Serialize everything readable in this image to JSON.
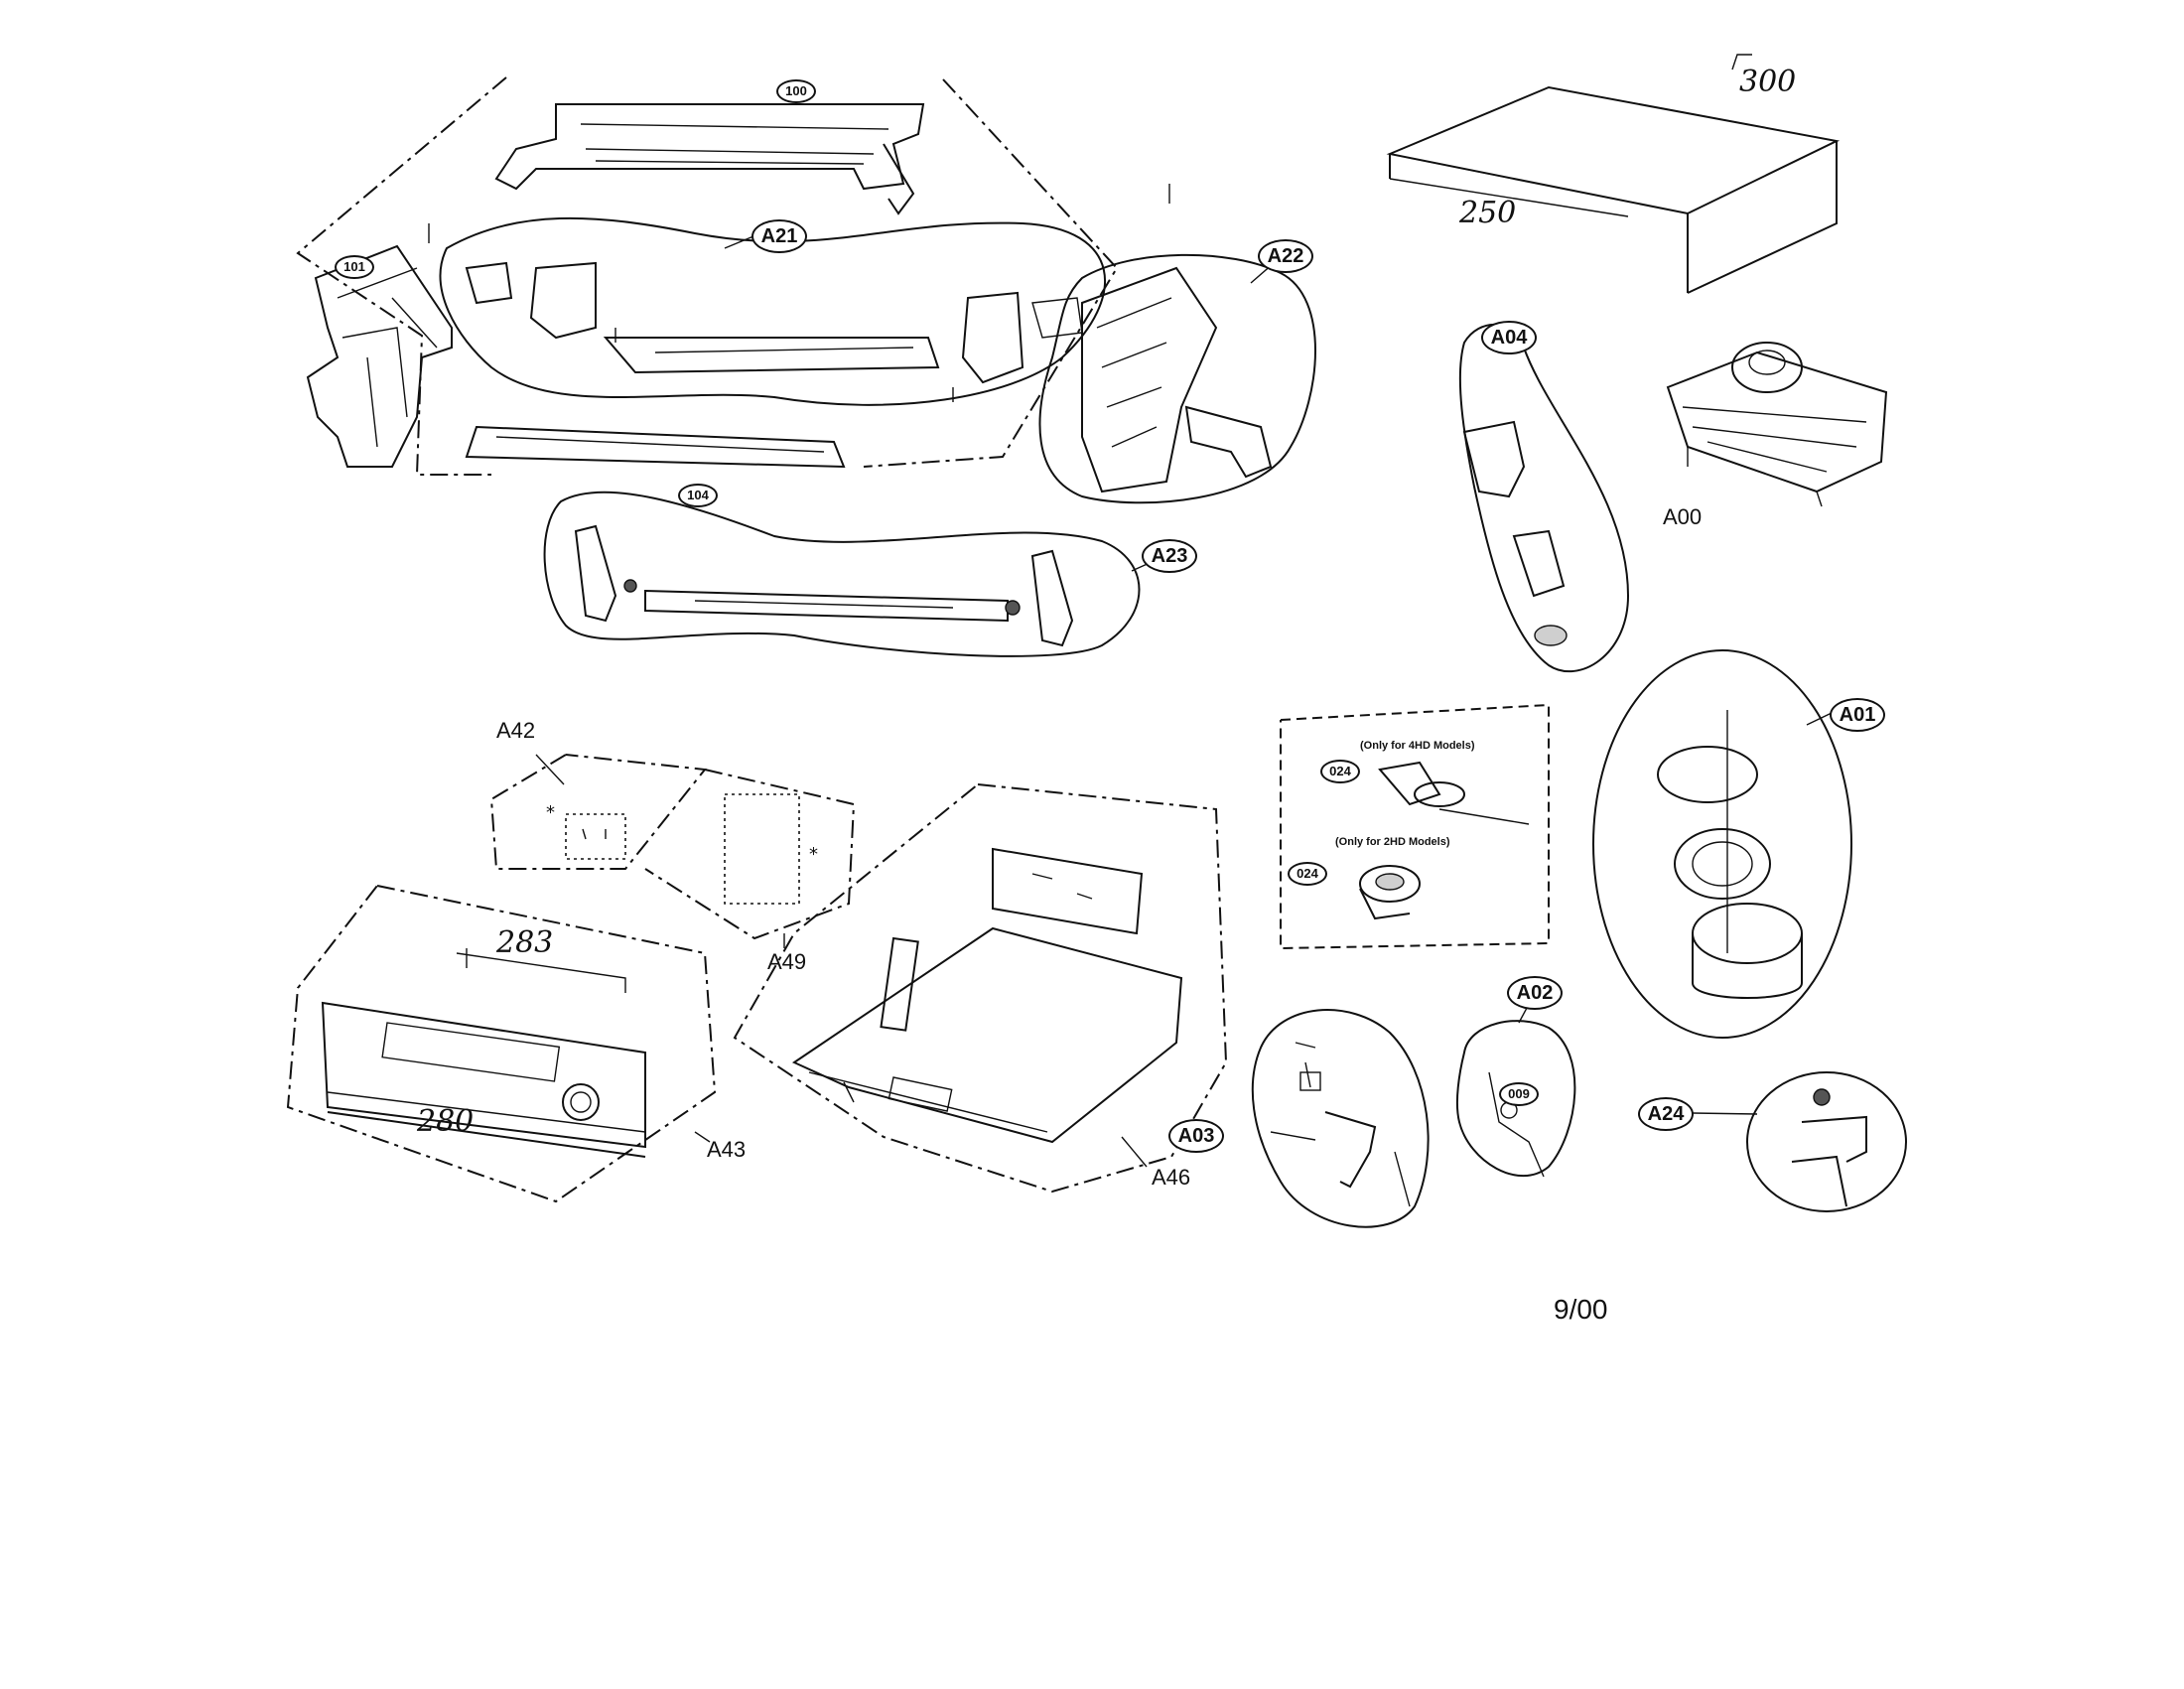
{
  "callouts": {
    "c100": "100",
    "c101": "101",
    "c104": "104",
    "A21": "A21",
    "A22": "A22",
    "A23": "A23",
    "A04": "A04",
    "A01": "A01",
    "A02": "A02",
    "A03": "A03",
    "A24": "A24",
    "c024a": "024",
    "c024b": "024",
    "c009": "009"
  },
  "labels": {
    "l300": "300",
    "l250": "250",
    "A00": "A00",
    "A42": "A42",
    "A49": "A49",
    "A43": "A43",
    "A46": "A46",
    "l283": "283",
    "l280": "280",
    "note_4hd": "(Only for 4HD Models)",
    "note_2hd": "(Only for 2HD Models)",
    "date": "9/00",
    "star": "*"
  }
}
